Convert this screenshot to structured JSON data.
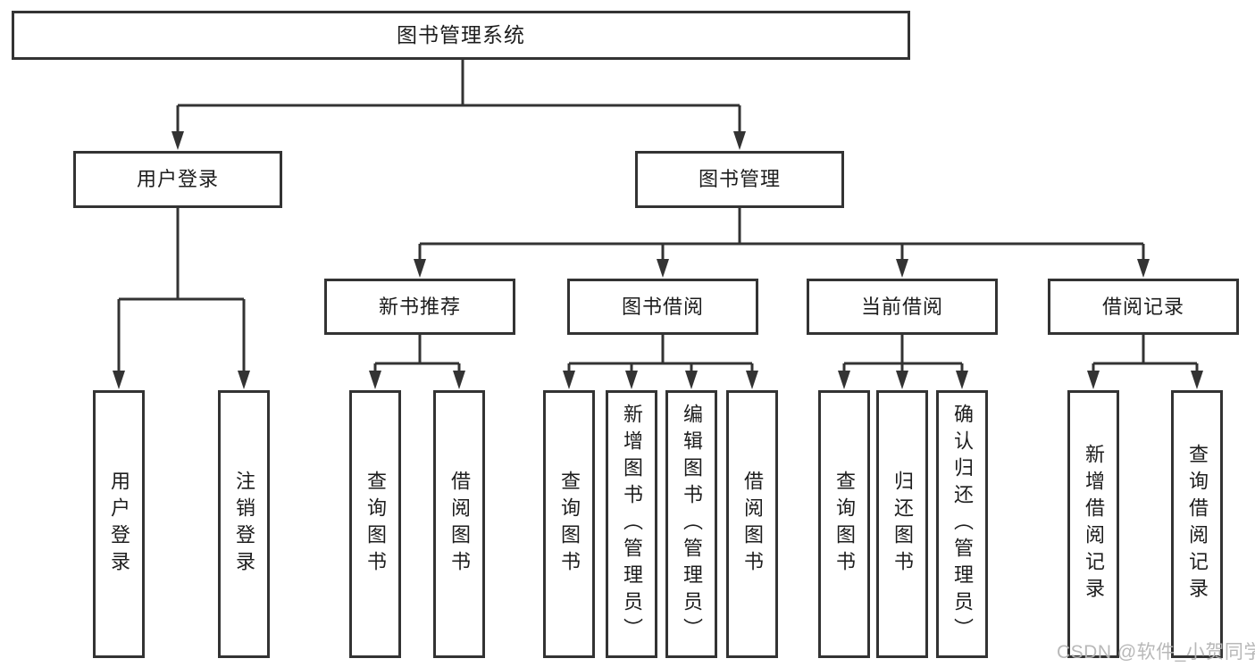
{
  "tree": {
    "root": {
      "label": "图书管理系统",
      "children": [
        {
          "label": "用户登录",
          "children": [
            {
              "label": "用户登录"
            },
            {
              "label": "注销登录"
            }
          ]
        },
        {
          "label": "图书管理",
          "children": [
            {
              "label": "新书推荐",
              "children": [
                {
                  "label": "查询图书"
                },
                {
                  "label": "借阅图书"
                }
              ]
            },
            {
              "label": "图书借阅",
              "children": [
                {
                  "label": "查询图书"
                },
                {
                  "label": "新增图书（管理员）"
                },
                {
                  "label": "编辑图书（管理员）"
                },
                {
                  "label": "借阅图书"
                }
              ]
            },
            {
              "label": "当前借阅",
              "children": [
                {
                  "label": "查询图书"
                },
                {
                  "label": "归还图书"
                },
                {
                  "label": "确认归还（管理员）"
                }
              ]
            },
            {
              "label": "借阅记录",
              "children": [
                {
                  "label": "新增借阅记录"
                },
                {
                  "label": "查询借阅记录"
                }
              ]
            }
          ]
        }
      ]
    }
  },
  "watermark": "CSDN @软件_小贺同学",
  "colors": {
    "line": "#333333",
    "text": "#1d1d1d",
    "background": "#ffffff",
    "watermark": "#b5b5b5"
  }
}
